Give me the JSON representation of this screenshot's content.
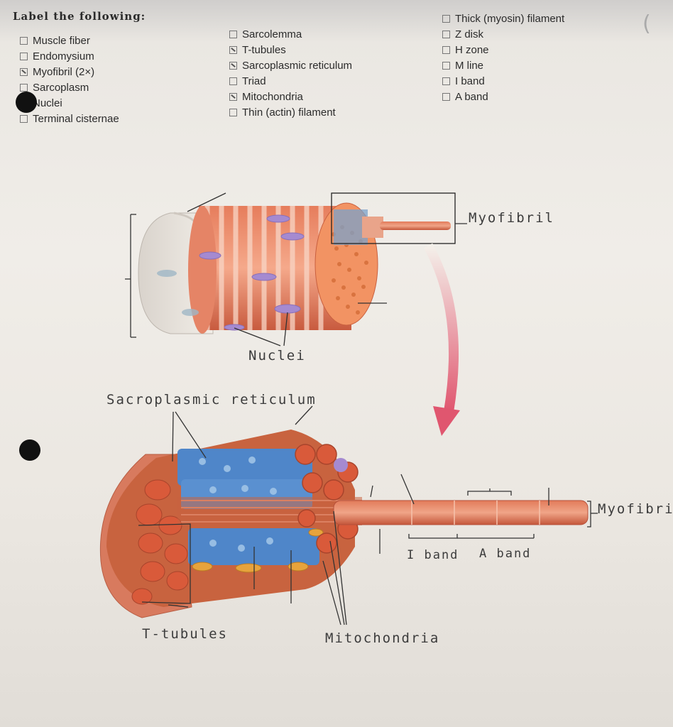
{
  "worksheet": {
    "heading": "Label the following:",
    "columns": [
      [
        {
          "label": "Muscle fiber",
          "checked": false
        },
        {
          "label": "Endomysium",
          "checked": false
        },
        {
          "label": "Myofibril (2×)",
          "checked": true
        },
        {
          "label": "Sarcoplasm",
          "checked": false
        },
        {
          "label": "Nuclei",
          "checked": true
        },
        {
          "label": "Terminal cisternae",
          "checked": false
        }
      ],
      [
        {
          "label": "Sarcolemma",
          "checked": false
        },
        {
          "label": "T-tubules",
          "checked": true
        },
        {
          "label": "Sarcoplasmic reticulum",
          "checked": true
        },
        {
          "label": "Triad",
          "checked": false
        },
        {
          "label": "Mitochondria",
          "checked": true
        },
        {
          "label": "Thin (actin) filament",
          "checked": false
        }
      ],
      [
        {
          "label": "Thick (myosin) filament",
          "checked": false
        },
        {
          "label": "Z disk",
          "checked": false
        },
        {
          "label": "H zone",
          "checked": false
        },
        {
          "label": "M line",
          "checked": false
        },
        {
          "label": "I band",
          "checked": false
        },
        {
          "label": "A band",
          "checked": false
        }
      ]
    ]
  },
  "handwritten": {
    "myofibril_top": "Myofibril",
    "nuclei": "Nuclei",
    "sarcoplasmic_reticulum": "Sacroplasmic reticulum",
    "i_band": "I band",
    "a_band": "A band",
    "myofibril_bottom": "Myofibri",
    "t_tubules": "T-tubules",
    "mitochondria": "Mitochondria"
  },
  "colors": {
    "muscle": "#d5684a",
    "muscle_light": "#f2a58a",
    "nuclei": "#a58ad0",
    "reticulum_blue": "#4f86c9",
    "arrow_pink": "#e0566f",
    "ink": "#2e2e2e"
  }
}
